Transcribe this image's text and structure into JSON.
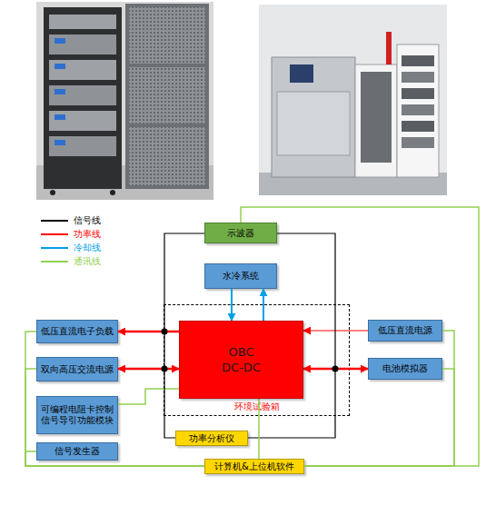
{
  "diagram": {
    "nodes": [
      {
        "text": [
          "示波器"
        ]
      },
      {
        "text": [
          "水冷系统"
        ]
      },
      {
        "text": [
          "环境试验箱"
        ]
      },
      {
        "text": [
          "OBC DC-DC"
        ],
        "in": 2
      },
      {
        "text": [
          "低压直流电子负载"
        ]
      },
      {
        "text": [
          "低压直流电源"
        ]
      },
      {
        "text": [
          "双向高压交流电源"
        ]
      },
      {
        "text": [
          "电池模拟器"
        ]
      },
      {
        "text": [
          "可编程电阻卡控制信号导引功能模块"
        ]
      },
      {
        "text": [
          "信号发生器"
        ]
      },
      {
        "text": [
          "功率分析仪"
        ]
      },
      {
        "text": [
          "计算机&上位机软件"
        ]
      }
    ],
    "edges": [
      {
        "from": 1,
        "to": 3,
        "arrow": "to"
      },
      {
        "from": 3,
        "to": 1,
        "arrow": "to"
      },
      {
        "from": 3,
        "to": 4,
        "arrow": "to"
      },
      {
        "from": 6,
        "to": 3,
        "arrow": "both"
      },
      {
        "from": 5,
        "to": 3,
        "arrow": "to"
      },
      {
        "from": 3,
        "to": 7,
        "arrow": "both"
      },
      {
        "from": 8,
        "to": 3,
        "arrow": "none"
      },
      {
        "from": 0,
        "to": 10,
        "arrow": "none"
      },
      {
        "from": 0,
        "to": 10,
        "arrow": "none"
      },
      {
        "from": 11,
        "to": 0,
        "arrow": "none"
      },
      {
        "from": 11,
        "to": 5,
        "arrow": "none"
      },
      {
        "from": 11,
        "to": 7,
        "arrow": "none"
      },
      {
        "from": 11,
        "to": 4,
        "arrow": "none"
      },
      {
        "from": 11,
        "to": 6,
        "arrow": "none"
      },
      {
        "from": 11,
        "to": 9,
        "arrow": "none"
      },
      {
        "from": 11,
        "to": 3,
        "arrow": "none"
      }
    ],
    "legend": [
      {
        "text": "信号线",
        "color": "#000000"
      },
      {
        "text": "功率线",
        "color": "#ff0000"
      },
      {
        "text": "冷却线",
        "color": "#00a0e9"
      },
      {
        "text": "通讯线",
        "color": "#92d050"
      }
    ]
  }
}
